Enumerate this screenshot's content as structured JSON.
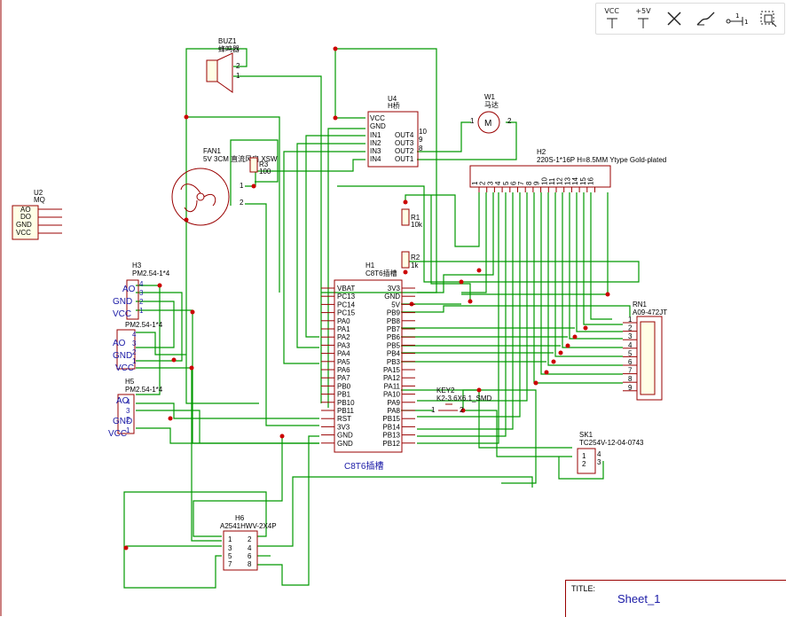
{
  "toolbar": {
    "tools": [
      {
        "id": "vcc",
        "label": "VCC",
        "icon": "vcc-icon"
      },
      {
        "id": "p5v",
        "label": "+5V",
        "icon": "power-5v-icon"
      },
      {
        "id": "noconn",
        "label": "",
        "icon": "no-connect-icon"
      },
      {
        "id": "probe",
        "label": "",
        "icon": "net-probe-icon"
      },
      {
        "id": "pin",
        "label": "",
        "icon": "pin-icon"
      },
      {
        "id": "select",
        "label": "",
        "icon": "select-area-icon"
      }
    ]
  },
  "components": {
    "buz1": {
      "ref": "BUZ1",
      "value": "蜂鸣器",
      "pins": [
        "2",
        "1"
      ]
    },
    "u4": {
      "ref": "U4",
      "value": "H桥",
      "left_pins": [
        "VCC",
        "GND",
        "IN1",
        "IN2",
        "IN3",
        "IN4"
      ],
      "right_pins": [
        "OUT4",
        "OUT3",
        "OUT2",
        "OUT1"
      ],
      "right_nums": [
        "10",
        "9",
        "8"
      ]
    },
    "w1": {
      "ref": "W1",
      "value": "马达",
      "symbol": "M",
      "pins": [
        "1",
        "2"
      ]
    },
    "fan1": {
      "ref": "FAN1",
      "value": "5V 3CM 直流风扇 XSW",
      "pins": [
        "1",
        "2"
      ]
    },
    "r3": {
      "ref": "R3",
      "value": "100"
    },
    "r1": {
      "ref": "R1",
      "value": "10k"
    },
    "r2": {
      "ref": "R2",
      "value": "1k"
    },
    "h2": {
      "ref": "H2",
      "value": "220S-1*16P H=8.5MM Ytype Gold-plated",
      "pins": [
        "1",
        "2",
        "3",
        "4",
        "5",
        "6",
        "7",
        "8",
        "9",
        "10",
        "11",
        "12",
        "13",
        "14",
        "15",
        "16"
      ]
    },
    "u2": {
      "ref": "U2",
      "value": "MQ",
      "pins": [
        "AO",
        "DO",
        "GND",
        "VCC"
      ]
    },
    "h3": {
      "ref": "H3",
      "value": "PM2.54-1*4",
      "labels": [
        "AO",
        "GND",
        "VCC"
      ],
      "pins": [
        "4",
        "3",
        "2",
        "1"
      ]
    },
    "h4": {
      "value": "PM2.54-1*4",
      "labels": [
        "AO",
        "GND",
        "VCC"
      ],
      "pins": [
        "4",
        "3",
        "2",
        "1"
      ]
    },
    "h5": {
      "ref": "H5",
      "value": "PM2.54-1*4",
      "labels": [
        "AO",
        "GND",
        "VCC"
      ],
      "pins": [
        "4",
        "3",
        "2",
        "1"
      ]
    },
    "h1": {
      "ref": "H1",
      "value": "C8T6插槽",
      "footer": "C8T6插槽",
      "left_pins": [
        "VBAT",
        "PC13",
        "PC14",
        "PC15",
        "PA0",
        "PA1",
        "PA2",
        "PA3",
        "PA4",
        "PA5",
        "PA6",
        "PA7",
        "PB0",
        "PB1",
        "PB10",
        "PB11",
        "RST",
        "3V3",
        "GND",
        "GND"
      ],
      "right_pins": [
        "3V3",
        "GND",
        "5V",
        "PB9",
        "PB8",
        "PB7",
        "PB6",
        "PB5",
        "PB4",
        "PB3",
        "PA15",
        "PA12",
        "PA11",
        "PA10",
        "PA9",
        "PA8",
        "PB15",
        "PB14",
        "PB13",
        "PB12"
      ]
    },
    "key2": {
      "ref": "KEY2",
      "value": "K2-3.6X6.1_SMD",
      "pins": [
        "1",
        "2"
      ]
    },
    "rn1": {
      "ref": "RN1",
      "value": "A09-472JT",
      "pins": [
        "1",
        "2",
        "3",
        "4",
        "5",
        "6",
        "7",
        "8",
        "9"
      ]
    },
    "sk1": {
      "ref": "SK1",
      "value": "TC254V-12-04-0743",
      "pins": [
        "1",
        "4",
        "2",
        "3"
      ]
    },
    "h6": {
      "ref": "H6",
      "value": "A2541HWV-2X4P",
      "pins": [
        "1",
        "2",
        "3",
        "4",
        "5",
        "6",
        "7",
        "8"
      ]
    }
  },
  "title_block": {
    "label": "TITLE:",
    "value": "Sheet_1"
  },
  "colors": {
    "wire": "#009900",
    "symbol": "#990000",
    "junction": "#cc0000",
    "text": "#1a1aa6"
  }
}
